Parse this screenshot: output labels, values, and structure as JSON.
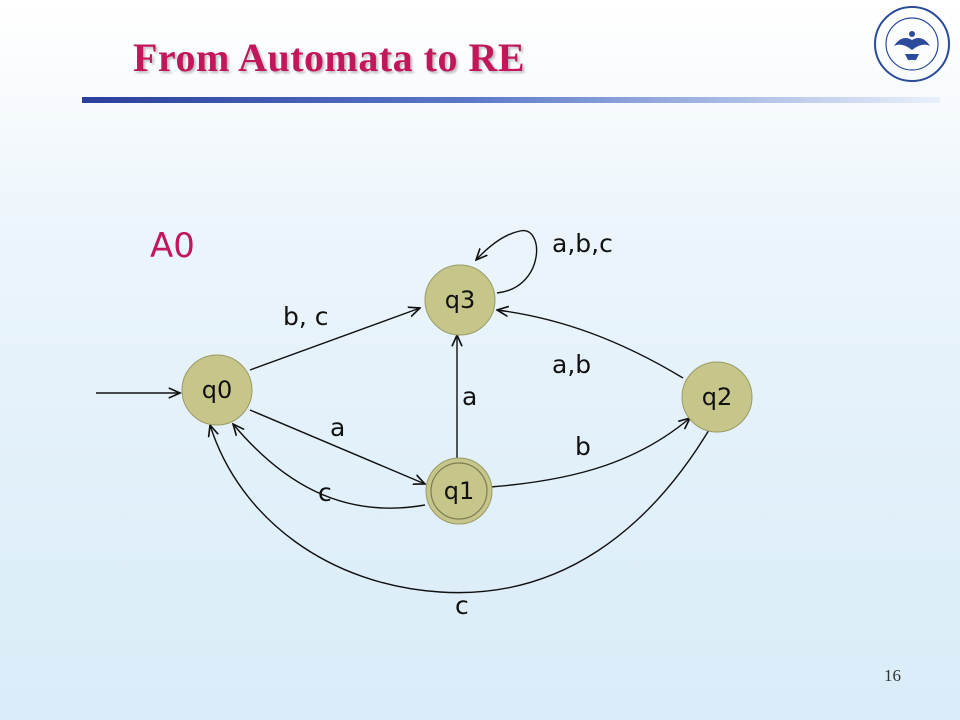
{
  "slide": {
    "title": "From Automata to RE",
    "page_number": "16"
  },
  "automaton": {
    "name": "A0",
    "start_state": "q0",
    "accepting_states": [
      "q1"
    ],
    "states": [
      {
        "id": "q0",
        "label": "q0"
      },
      {
        "id": "q1",
        "label": "q1"
      },
      {
        "id": "q2",
        "label": "q2"
      },
      {
        "id": "q3",
        "label": "q3"
      }
    ],
    "transitions": [
      {
        "from": "q0",
        "to": "q3",
        "label": "b, c"
      },
      {
        "from": "q0",
        "to": "q1",
        "label": "a"
      },
      {
        "from": "q1",
        "to": "q0",
        "label": "c"
      },
      {
        "from": "q1",
        "to": "q3",
        "label": "a"
      },
      {
        "from": "q1",
        "to": "q2",
        "label": "b"
      },
      {
        "from": "q2",
        "to": "q3",
        "label": "a,b"
      },
      {
        "from": "q2",
        "to": "q0",
        "label": "c"
      },
      {
        "from": "q3",
        "to": "q3",
        "label": "a,b,c"
      }
    ]
  },
  "colors": {
    "title": "#c2185b",
    "state_fill": "#c6c58a",
    "rule": "#2a3f9c"
  }
}
